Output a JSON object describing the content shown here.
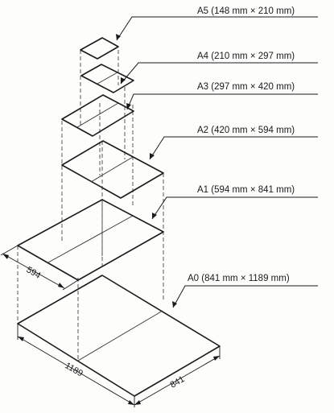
{
  "labels": {
    "a5": "A5 (148 mm × 210 mm)",
    "a4": "A4 (210 mm × 297 mm)",
    "a3": "A3 (297 mm × 420 mm)",
    "a2": "A2 (420 mm × 594 mm)",
    "a1": "A1 (594 mm × 841 mm)",
    "a0": "A0 (841 mm × 1189 mm)"
  },
  "dimensions": {
    "a1_short": "594",
    "a0_long": "1189",
    "a0_short": "841"
  }
}
